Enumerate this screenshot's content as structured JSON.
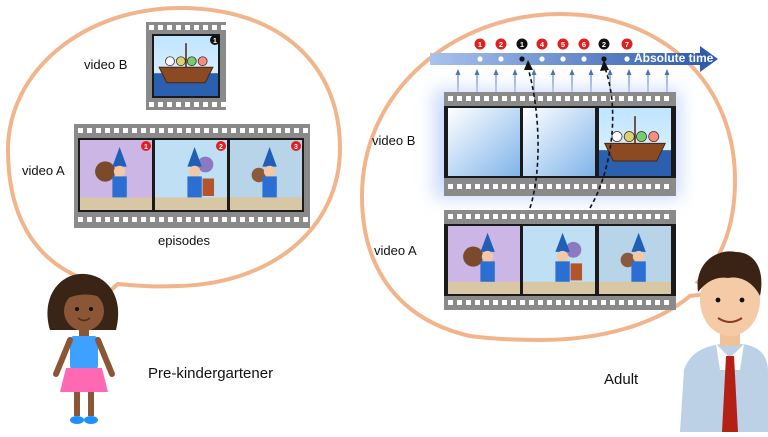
{
  "left_bubble": {
    "video_b_label": "video B",
    "video_a_label": "video A",
    "episodes_label": "episodes",
    "video_b_frame_number": "1",
    "video_a_frame_numbers": [
      "1",
      "2",
      "3"
    ]
  },
  "right_bubble": {
    "timeline_label": "Absolute time",
    "timeline_markers": [
      {
        "label": "1",
        "color": "#e02020"
      },
      {
        "label": "2",
        "color": "#e02020"
      },
      {
        "label": "1",
        "color": "#111111"
      },
      {
        "label": "4",
        "color": "#e02020"
      },
      {
        "label": "5",
        "color": "#e02020"
      },
      {
        "label": "6",
        "color": "#e02020"
      },
      {
        "label": "2",
        "color": "#111111"
      },
      {
        "label": "7",
        "color": "#e02020"
      }
    ],
    "video_b_label": "video B",
    "video_a_label": "video A"
  },
  "people": {
    "child_label": "Pre-kindergartener",
    "adult_label": "Adult"
  },
  "colors": {
    "bubble_outline": "#f2b48a",
    "film": "#8a8a8a",
    "timeline": "#4a6fb5",
    "glow": "#c9d8ff",
    "badge_red": "#e02020"
  }
}
